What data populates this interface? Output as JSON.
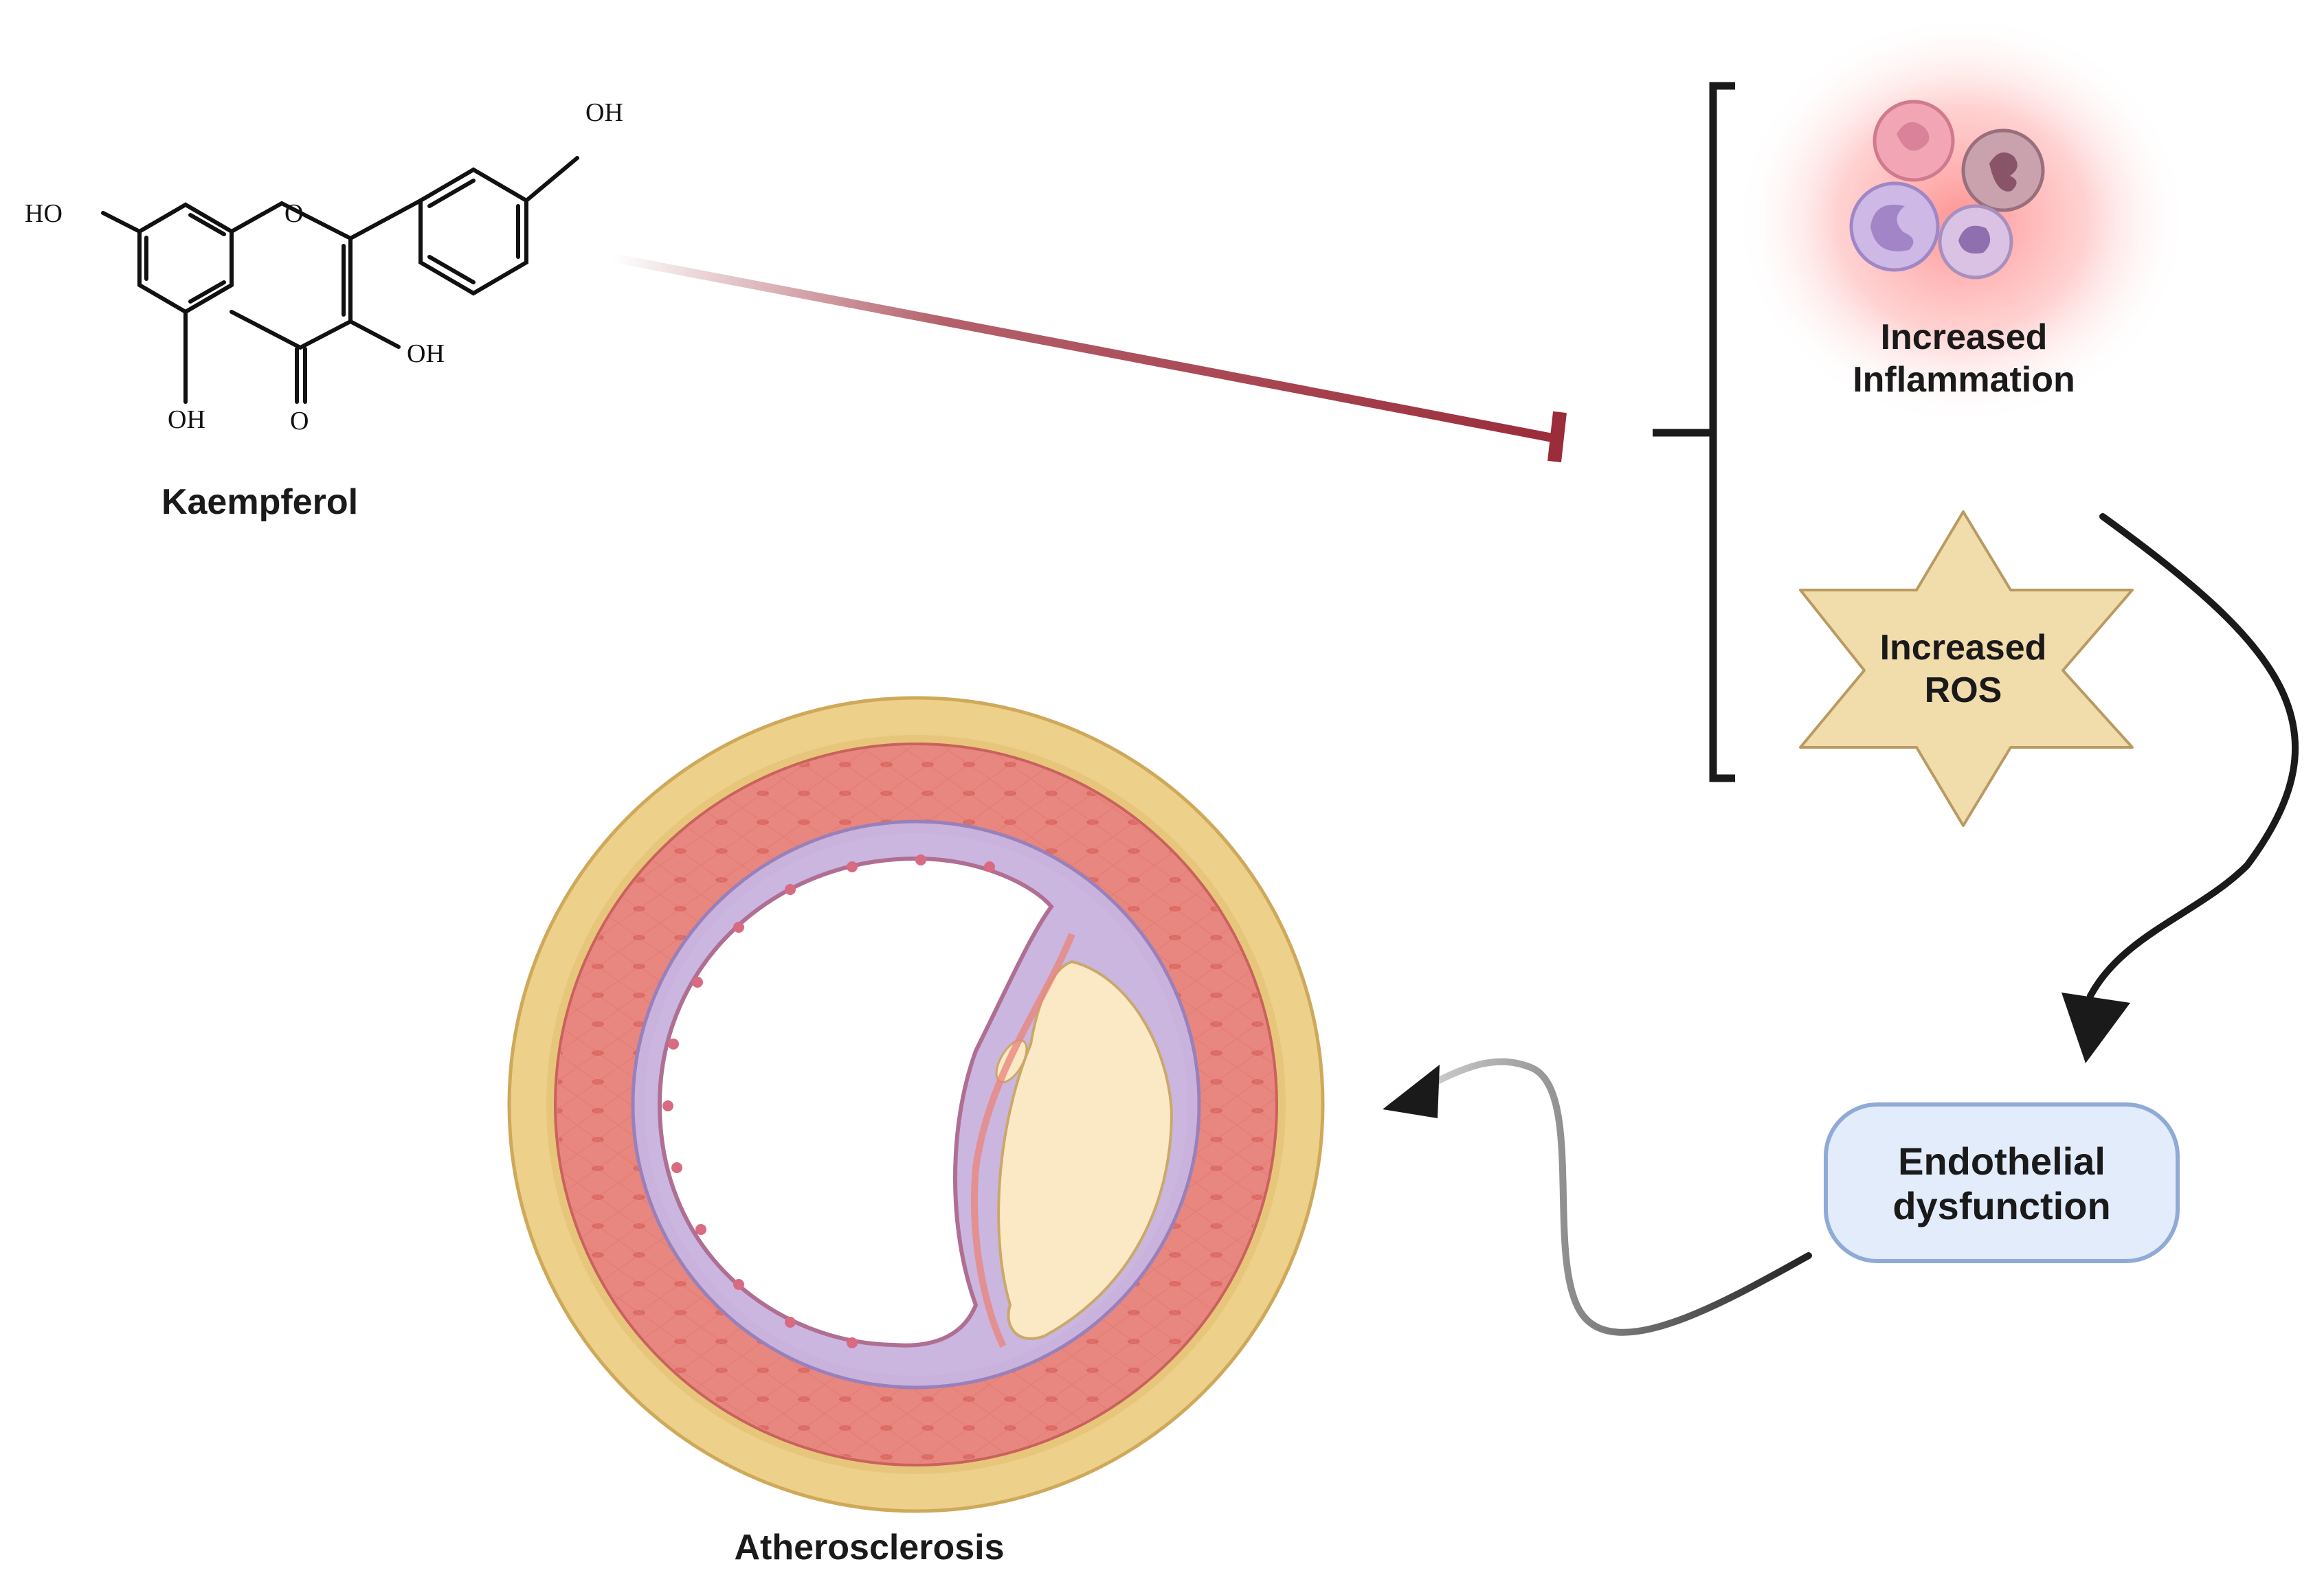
{
  "molecule": {
    "name": "Kaempferol",
    "groups": {
      "oh_top": "OH",
      "ho_left": "HO",
      "oh_right": "OH",
      "oh_bottom": "OH",
      "o_ring": "O",
      "o_carbonyl": "O"
    }
  },
  "effects": {
    "inflammation": {
      "line1": "Increased",
      "line2": "Inflammation"
    },
    "ros": {
      "line1": "Increased",
      "line2": "ROS"
    }
  },
  "endothelial": {
    "line1": "Endothelial",
    "line2": "dysfunction"
  },
  "outcome": {
    "label": "Atherosclerosis"
  },
  "colors": {
    "inhibition": "#9b2c3a",
    "adventitia": "#edd08a",
    "media": "#e8877f",
    "intima": "#c9b3dc",
    "plaque": "#fbe8c4",
    "box_fill": "#e2ecfa",
    "box_stroke": "#8faad6",
    "star_fill": "#f1dcac",
    "glow": "#ff7e7e"
  }
}
